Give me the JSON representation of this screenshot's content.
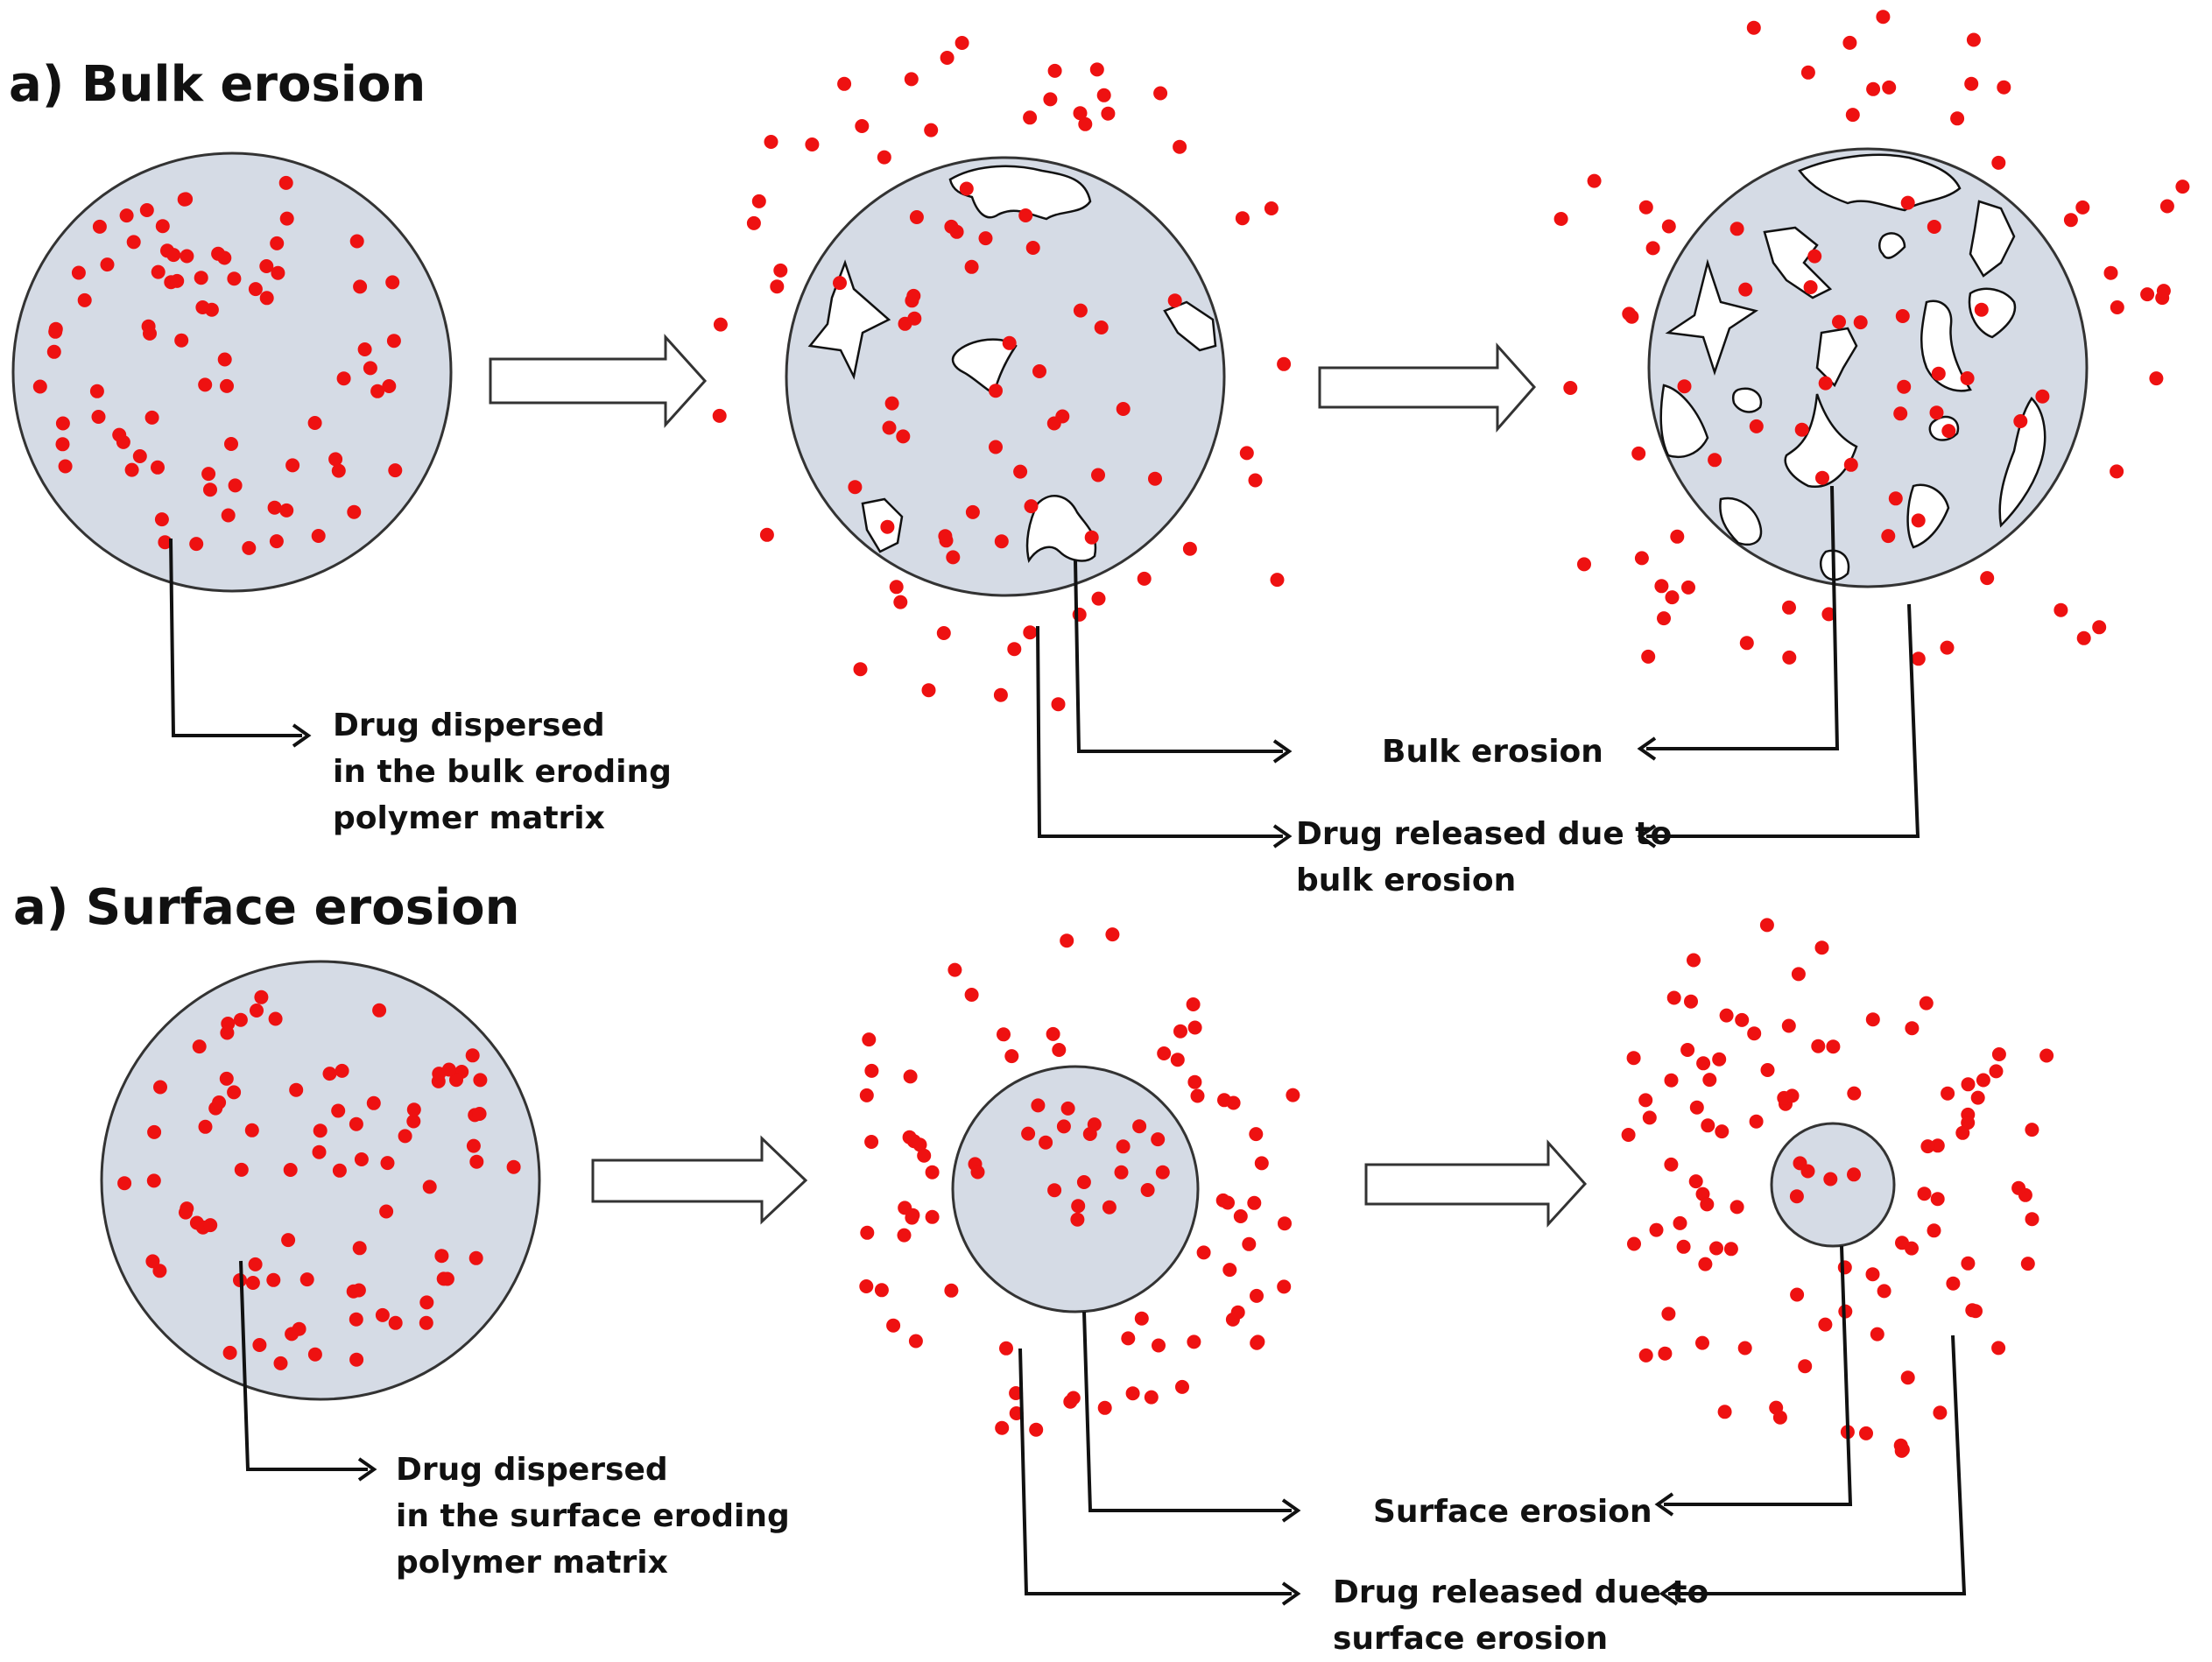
{
  "sections": {
    "bulk": {
      "title": "a) Bulk erosion",
      "label_dispersed": [
        "Drug dispersed",
        "in the bulk eroding",
        "polymer matrix"
      ],
      "label_erosion": "Bulk erosion",
      "label_released": [
        "Drug released due to",
        "bulk erosion"
      ]
    },
    "surface": {
      "title": "a) Surface erosion",
      "label_dispersed": [
        "Drug dispersed",
        "in the surface eroding",
        "polymer matrix"
      ],
      "label_erosion": "Surface erosion",
      "label_released": [
        "Drug released due to",
        "surface erosion"
      ]
    }
  },
  "colors": {
    "drug": "#ee1111",
    "matrix_fill": "#d5dbe5",
    "pore_fill": "#ffffff",
    "outline": "#111111"
  }
}
